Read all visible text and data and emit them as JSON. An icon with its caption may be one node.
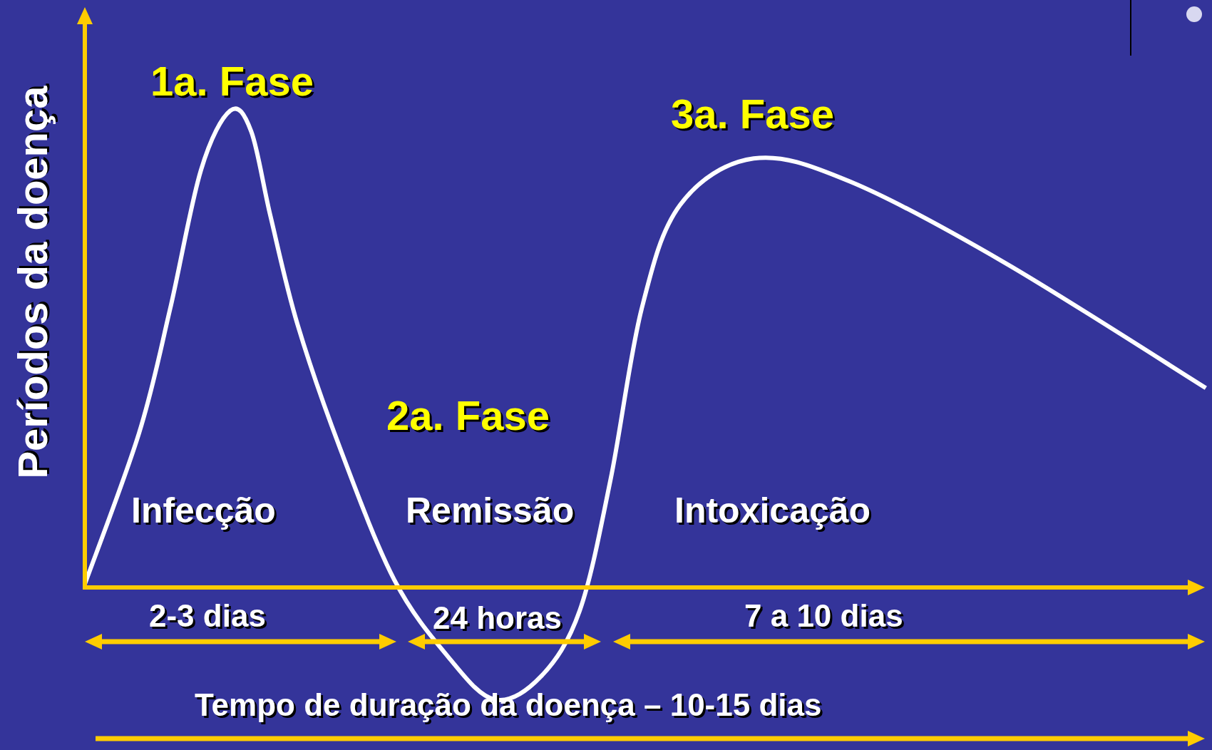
{
  "diagram": {
    "labels": [
      "Períodos da doença",
      "1a. Fase",
      "3a. Fase",
      "2a. Fase",
      "Infecção",
      "Remissão",
      "Intoxicação",
      "2-3 dias",
      "24 horas",
      "7 a 10 dias",
      "Tempo de duração da doença – 10-15 dias"
    ]
  }
}
